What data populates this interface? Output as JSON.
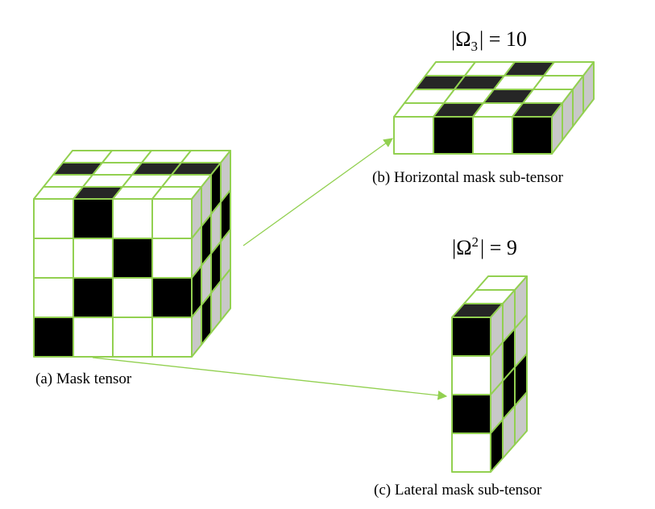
{
  "colors": {
    "edge": "#92D050",
    "filled": "#000000",
    "top_filled": "#262626",
    "side_fill": "#C8C8C8",
    "empty": "#FFFFFF"
  },
  "mask_tensor": {
    "caption": "(a) Mask tensor",
    "front_grid": [
      [
        0,
        1,
        0,
        0
      ],
      [
        0,
        0,
        1,
        0
      ],
      [
        0,
        1,
        0,
        1
      ],
      [
        1,
        0,
        0,
        0
      ]
    ],
    "top_grid": [
      [
        0,
        0,
        0,
        0
      ],
      [
        1,
        0,
        1,
        1
      ],
      [
        0,
        0,
        0,
        0
      ],
      [
        0,
        1,
        0,
        0
      ]
    ],
    "side_grid": [
      [
        0,
        0,
        1,
        0
      ],
      [
        0,
        1,
        0,
        1
      ],
      [
        1,
        0,
        1,
        0
      ],
      [
        0,
        1,
        0,
        0
      ]
    ]
  },
  "horizontal_slice": {
    "caption": "(b) Horizontal mask sub-tensor",
    "label": {
      "bar": "|",
      "symbol": "Ω",
      "subscript": "3",
      "tail": "| = 10"
    },
    "front_row": [
      0,
      1,
      0,
      1
    ],
    "top_grid": [
      [
        0,
        0,
        1,
        0
      ],
      [
        1,
        1,
        0,
        0
      ],
      [
        0,
        0,
        1,
        0
      ],
      [
        0,
        1,
        0,
        1
      ]
    ]
  },
  "lateral_slice": {
    "caption": "(c) Lateral mask sub-tensor",
    "label": {
      "bar": "|",
      "symbol": "Ω",
      "superscript": "2",
      "tail": "| = 9"
    },
    "front_column": [
      1,
      0,
      1,
      0
    ],
    "top_row": [
      1
    ],
    "side_grid": [
      [
        0,
        0,
        0
      ],
      [
        0,
        1,
        0
      ],
      [
        0,
        1,
        1
      ],
      [
        1,
        0,
        0
      ]
    ]
  }
}
